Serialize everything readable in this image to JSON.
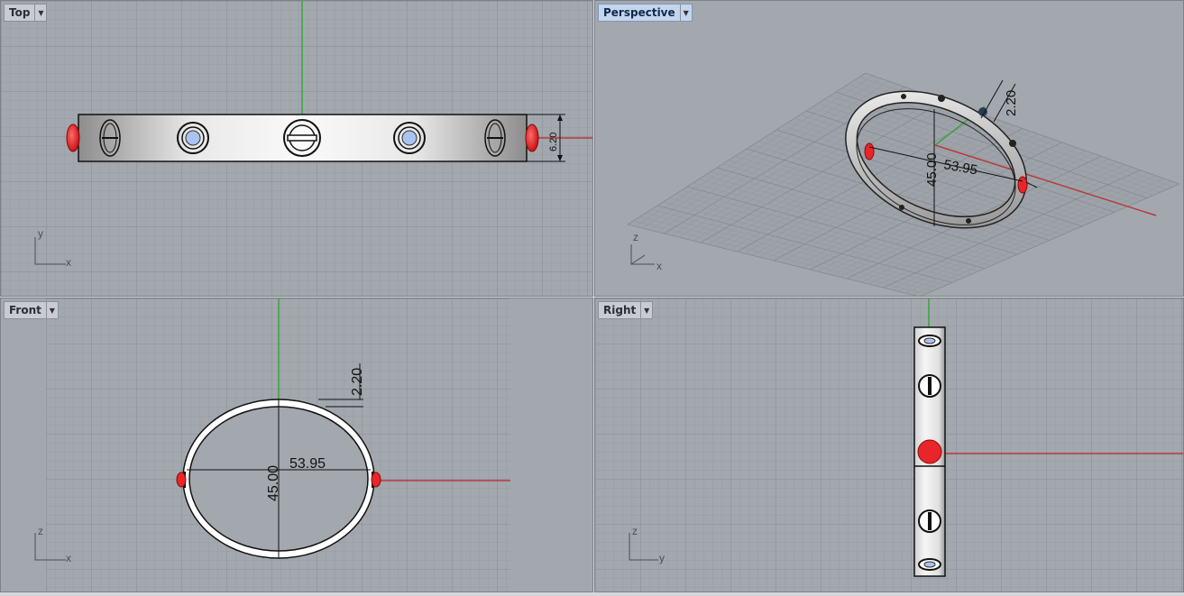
{
  "viewports": {
    "top": {
      "label": "Top",
      "axes": {
        "h": "x",
        "v": "y"
      },
      "dims": {
        "height": "6.20"
      }
    },
    "perspective": {
      "label": "Perspective",
      "axes": {
        "h": "x",
        "v": "z"
      },
      "dims": {
        "width": "53.95",
        "height": "45.00",
        "thickness": "2.20"
      }
    },
    "front": {
      "label": "Front",
      "axes": {
        "h": "x",
        "v": "z"
      },
      "dims": {
        "width": "53.95",
        "height": "45.00",
        "thickness": "2.20"
      }
    },
    "right": {
      "label": "Right",
      "axes": {
        "h": "y",
        "v": "z"
      }
    }
  },
  "colors": {
    "viewport_bg": "#a3a8af",
    "grid_minor": "#969ba2",
    "grid_major": "#878c93",
    "x_axis": "#b83a3a",
    "y_axis": "#3aa43a",
    "gem_red": "#e8262a",
    "gem_blue": "#a9c4f0"
  }
}
